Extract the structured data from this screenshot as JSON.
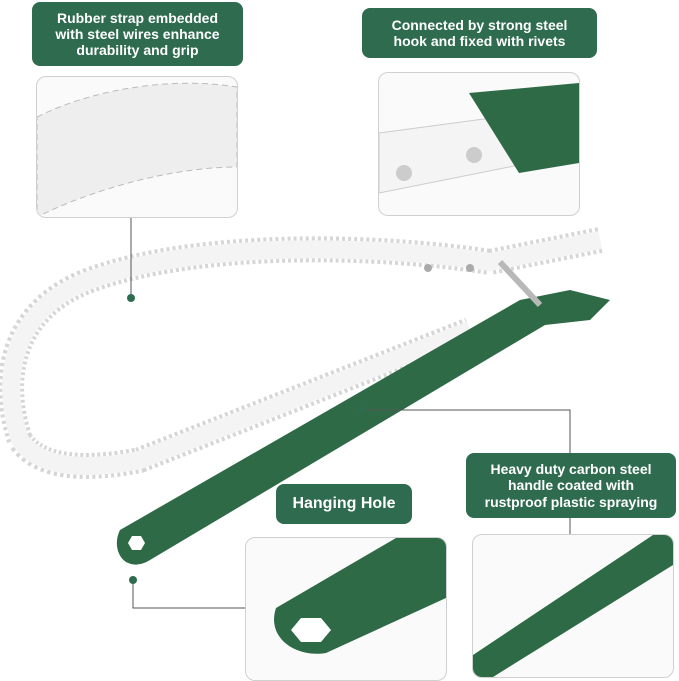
{
  "callouts": {
    "strap": "Rubber strap embedded\nwith steel wires enhance\ndurability and grip",
    "hook": "Connected by strong steel\nhook and fixed with rivets",
    "hole": "Hanging Hole",
    "handle": "Heavy duty carbon steel\nhandle coated with\nrustproof plastic spraying"
  },
  "colors": {
    "brand_green": "#2e6b4f",
    "handle_green": "#2d6a45",
    "strap_white": "#f2f2f2"
  }
}
